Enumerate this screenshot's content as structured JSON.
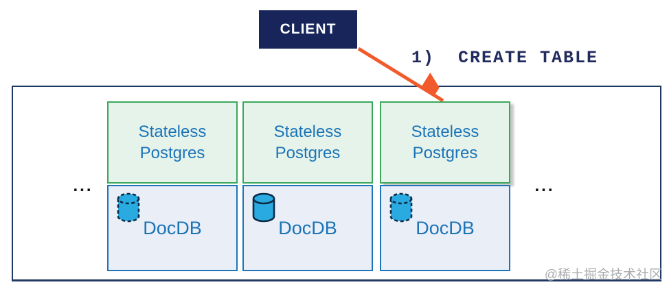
{
  "client": {
    "label": "CLIENT"
  },
  "annotation": {
    "label": "1)  CREATE TABLE"
  },
  "cluster": {
    "ellipsis_left": "...",
    "ellipsis_right": "...",
    "nodes": [
      {
        "service_label": "Stateless\nPostgres",
        "storage_label": "DocDB",
        "storage_icon": "database-cylinder",
        "icon_outline": "dashed",
        "arrow_target": false
      },
      {
        "service_label": "Stateless\nPostgres",
        "storage_label": "DocDB",
        "storage_icon": "database-cylinder",
        "icon_outline": "solid",
        "arrow_target": false
      },
      {
        "service_label": "Stateless\nPostgres",
        "storage_label": "DocDB",
        "storage_icon": "database-cylinder",
        "icon_outline": "dashed",
        "arrow_target": true
      }
    ]
  },
  "arrow": {
    "from": "client",
    "to": "node-3-stateless-postgres",
    "color": "#F15B2B"
  },
  "colors": {
    "navy": "#17255A",
    "container_border": "#203864",
    "green_border": "#3AA85A",
    "green_fill": "#E6F3EA",
    "blue_border": "#1D76BB",
    "blue_fill": "#E9EEF7",
    "text_blue": "#1B74B8",
    "cylinder_fill": "#29ABE2",
    "arrow_orange": "#F15B2B"
  },
  "watermark": {
    "label": "@稀土掘金技术社区"
  }
}
